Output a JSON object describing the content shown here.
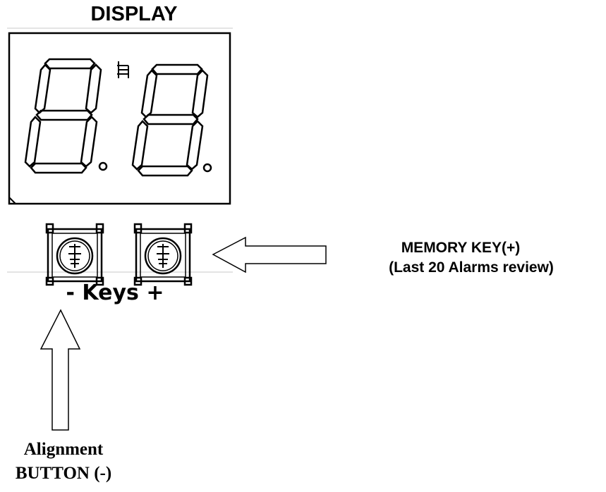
{
  "display_title": "DISPLAY",
  "keys_label": "-  Keys +",
  "memory_key": {
    "line1": "MEMORY  KEY(+)",
    "line2": "(Last 20 Alarms review)"
  },
  "alignment_button": {
    "line1": "Alignment",
    "line2": "BUTTON (-)"
  },
  "icons": [
    "seven-segment-digit",
    "decimal-point",
    "push-button-key",
    "arrow-left",
    "arrow-up"
  ],
  "colors": {
    "ink": "#000000",
    "background": "#ffffff",
    "divider": "#c8c8c8"
  }
}
